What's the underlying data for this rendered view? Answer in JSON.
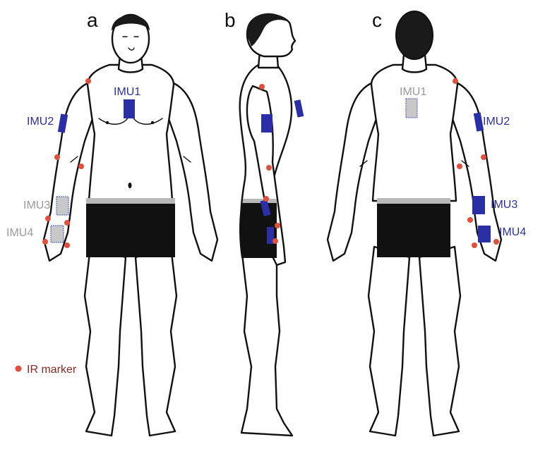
{
  "panels": {
    "a": {
      "letter": "a"
    },
    "b": {
      "letter": "b"
    },
    "c": {
      "letter": "c"
    }
  },
  "labels": {
    "a_imu1": "IMU1",
    "a_imu2": "IMU2",
    "a_imu3": "IMU3",
    "a_imu4": "IMU4",
    "c_imu1": "IMU1",
    "c_imu2": "IMU2",
    "c_imu3": "IMU3",
    "c_imu4": "IMU4"
  },
  "legend": {
    "marker_label": "IR marker"
  },
  "colors": {
    "imu_visible": "#2b2fa6",
    "imu_hidden": "#c8c8c8",
    "imu_hidden_border": "#4a5cc8",
    "label_visible": "#2b2fa6",
    "label_hidden": "#9a9a9a",
    "ir_marker": "#e0503a",
    "legend_text": "#8b2a20",
    "hair": "#1a1a1a",
    "shorts": "#111111",
    "waistband": "#b8b8b8"
  }
}
